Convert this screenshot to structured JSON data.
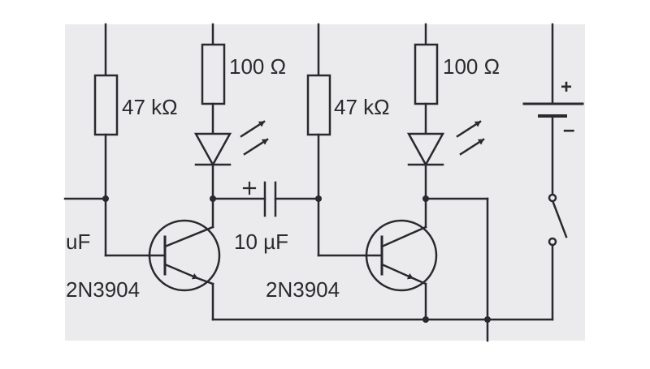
{
  "colors": {
    "paper": "#ebebed",
    "ink": "#2a2a2e",
    "margin": "#ffffff"
  },
  "labels": {
    "r1": "47 kΩ",
    "r2": "100 Ω",
    "r3": "47 kΩ",
    "r4": "100 Ω",
    "cap": "10 µF",
    "cap_polarity": "+",
    "left_cap_fragment": "uF",
    "q1": "2N3904",
    "q2": "2N3904",
    "battery_plus": "+",
    "battery_minus": "–"
  },
  "icons": {
    "led_emission": "led-emission-arrows-icon"
  }
}
